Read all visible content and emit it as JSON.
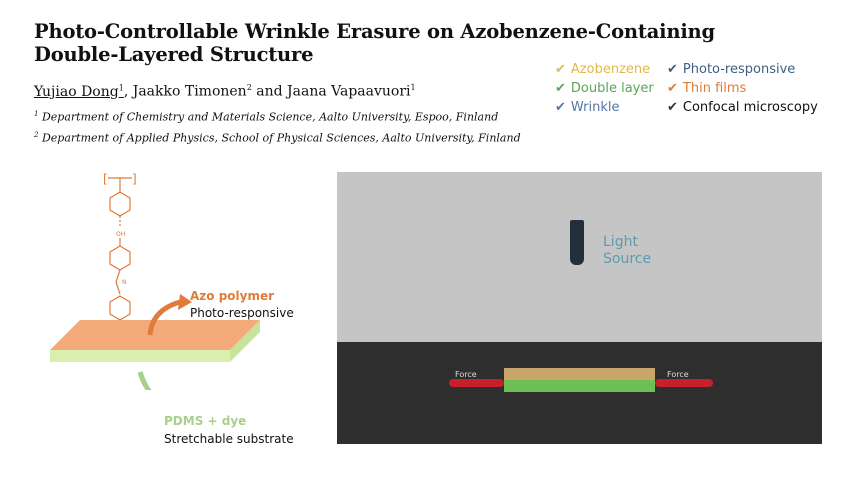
{
  "title": "Photo-Controllable Wrinkle Erasure on Azobenzene-Containing Double-Layered Structure",
  "authors": {
    "first": "Yujiao Dong",
    "first_sup": "1",
    "rest": ", Jaakko Timonen",
    "rest_sup": "2",
    "last": " and Jaana Vapaavuori",
    "last_sup": "1"
  },
  "affiliations": [
    {
      "sup": "1",
      "text": " Department of Chemistry and Materials Science, Aalto University, Espoo, Finland"
    },
    {
      "sup": "2",
      "text": " Department of Applied Physics, School of Physical Sciences, Aalto University, Finland"
    }
  ],
  "keywords": [
    {
      "text": "Azobenzene",
      "check_color": "#e0b84a",
      "text_color": "#e0b84a"
    },
    {
      "text": "Double layer",
      "check_color": "#5aa65a",
      "text_color": "#5aa65a"
    },
    {
      "text": "Wrinkle",
      "check_color": "#5577aa",
      "text_color": "#5577aa"
    },
    {
      "text": "Photo-responsive",
      "check_color": "#3f5f80",
      "text_color": "#3f5f80"
    },
    {
      "text": "Thin films",
      "check_color": "#e07b39",
      "text_color": "#e07b39"
    },
    {
      "text": "Confocal microscopy",
      "check_color": "#333333",
      "text_color": "#111111"
    }
  ],
  "check_glyph": "✔",
  "diagram": {
    "azo_label": "Azo polymer",
    "azo_sub": "Photo-responsive",
    "pdms_label": "PDMS + dye",
    "pdms_sub": "Stretchable substrate",
    "colors": {
      "azo": "#f4a97a",
      "pdms": "#d9efb0",
      "azo_text": "#e07b39",
      "pdms_text": "#a8d08d"
    }
  },
  "video": {
    "light_label": "Light Source",
    "light_line1": "Light",
    "light_line2": "Source",
    "force_left": "Force",
    "force_right": "Force"
  }
}
